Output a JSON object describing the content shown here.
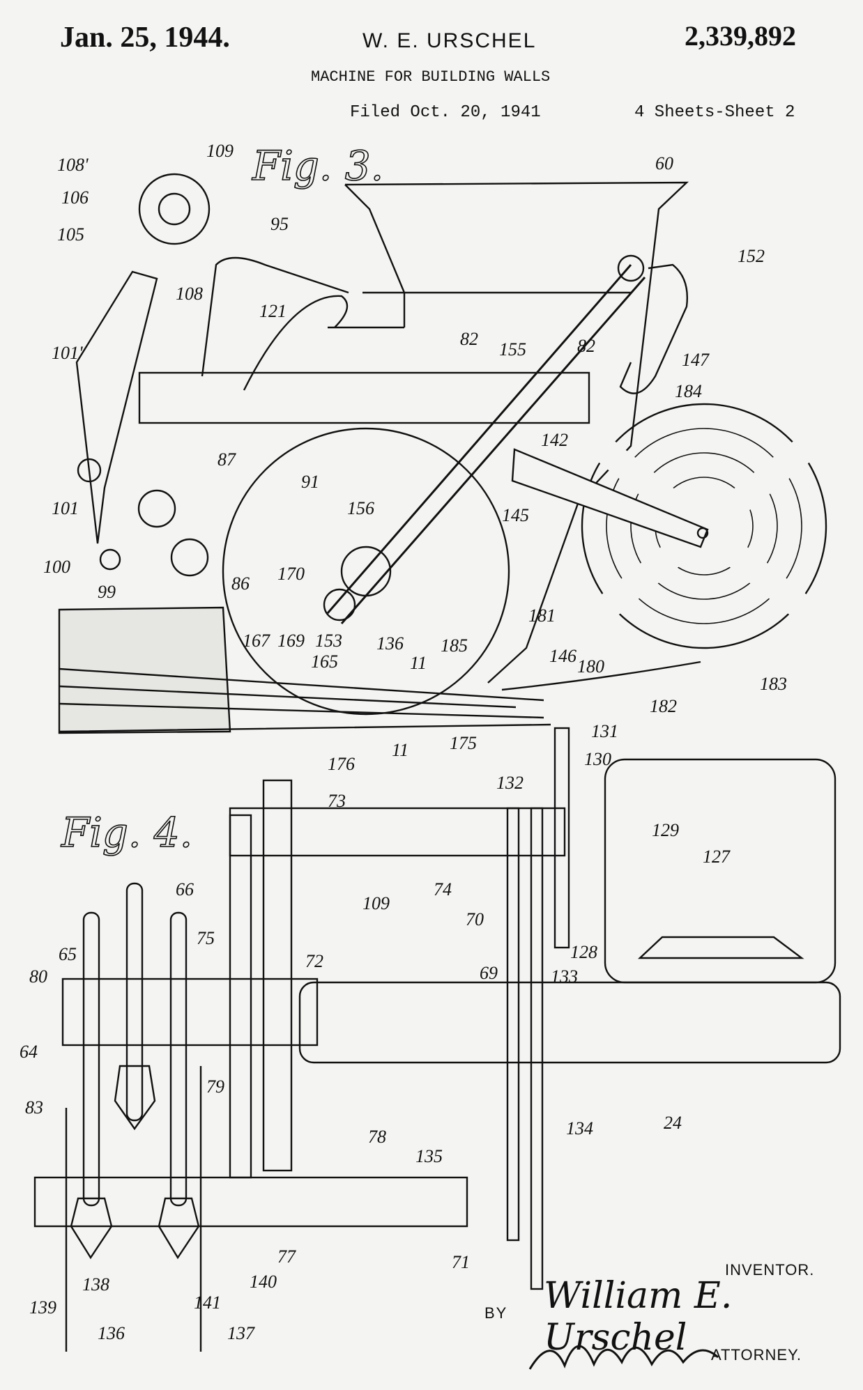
{
  "header": {
    "date": "Jan. 25, 1944.",
    "inventor": "W. E. URSCHEL",
    "patent_number": "2,339,892",
    "title": "MACHINE FOR BUILDING WALLS",
    "filed": "Filed Oct. 20, 1941",
    "sheets": "4 Sheets-Sheet 2"
  },
  "figures": {
    "fig3": {
      "title": "Fig. 3."
    },
    "fig4": {
      "title": "Fig. 4."
    }
  },
  "labels": [
    "108'",
    "109",
    "106",
    "105",
    "108",
    "95",
    "60",
    "121",
    "152",
    "101'",
    "82",
    "155",
    "82",
    "147",
    "184",
    "142",
    "87",
    "91",
    "101",
    "156",
    "145",
    "100",
    "86",
    "170",
    "99",
    "181",
    "167",
    "169",
    "153",
    "136",
    "165",
    "11",
    "185",
    "146",
    "180",
    "183",
    "182",
    "175",
    "176",
    "11",
    "131",
    "130",
    "132",
    "73",
    "129",
    "127",
    "109",
    "74",
    "70",
    "66",
    "75",
    "65",
    "128",
    "72",
    "69",
    "133",
    "80",
    "64",
    "79",
    "24",
    "83",
    "134",
    "78",
    "135",
    "77",
    "71",
    "139",
    "138",
    "140",
    "141",
    "136",
    "137"
  ],
  "signature": {
    "inventor_label": "INVENTOR.",
    "inventor_name": "William E. Urschel",
    "by": "BY",
    "attorney_label": "ATTORNEY."
  }
}
